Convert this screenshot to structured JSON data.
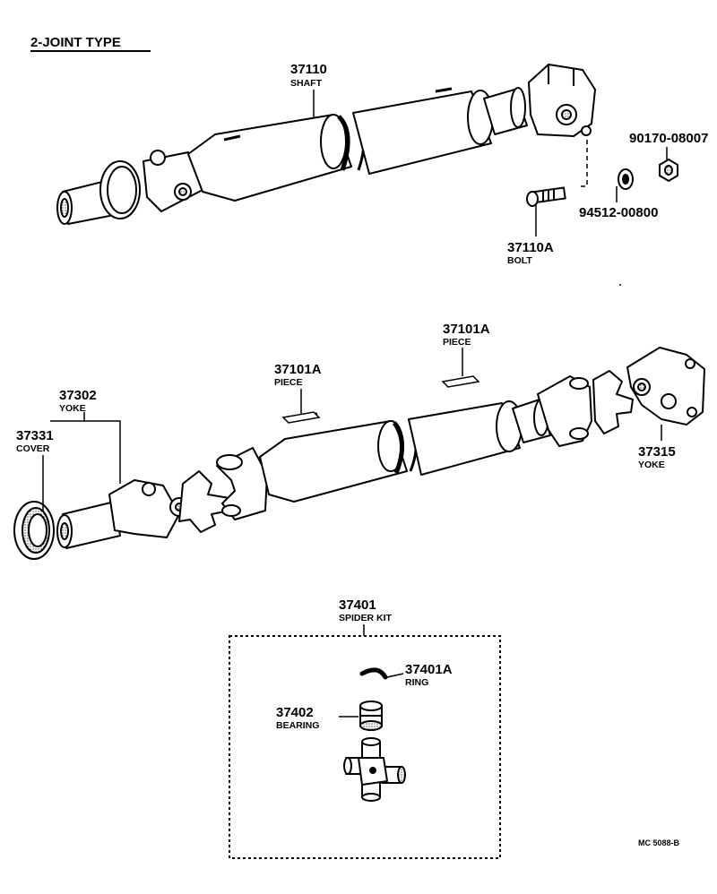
{
  "title": "2-JOINT  TYPE",
  "diagram_code": "MC  5088-B",
  "parts": {
    "p37110": {
      "number": "37110",
      "name": "SHAFT"
    },
    "p37110a": {
      "number": "37110A",
      "name": "BOLT"
    },
    "p94512": {
      "number": "94512-00800"
    },
    "p90170": {
      "number": "90170-08007"
    },
    "p37101a_1": {
      "number": "37101A",
      "name": "PIECE"
    },
    "p37101a_2": {
      "number": "37101A",
      "name": "PIECE"
    },
    "p37302": {
      "number": "37302",
      "name": "YOKE"
    },
    "p37331": {
      "number": "37331",
      "name": "COVER"
    },
    "p37315": {
      "number": "37315",
      "name": "YOKE"
    },
    "p37401": {
      "number": "37401",
      "name": "SPIDER KIT"
    },
    "p37401a": {
      "number": "37401A",
      "name": "RING"
    },
    "p37402": {
      "number": "37402",
      "name": "BEARING"
    }
  }
}
